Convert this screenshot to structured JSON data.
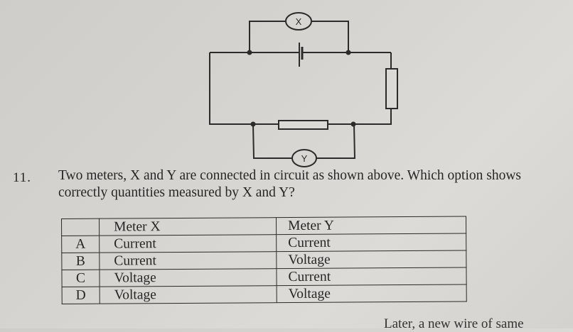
{
  "question": {
    "number": "11.",
    "text": "Two meters, X and Y are connected in circuit as shown above.  Which option shows correctly quantities measured by X and Y?"
  },
  "diagram": {
    "meter_top_label": "X",
    "meter_bottom_label": "Y",
    "components": [
      "cell",
      "resistor-right",
      "resistor-bottom",
      "meter-X",
      "meter-Y"
    ]
  },
  "table": {
    "headers": [
      "",
      "Meter X",
      "Meter Y"
    ],
    "rows": [
      {
        "option": "A",
        "meter_x": "Current",
        "meter_y": "Current"
      },
      {
        "option": "B",
        "meter_x": "Current",
        "meter_y": "Voltage"
      },
      {
        "option": "C",
        "meter_x": "Voltage",
        "meter_y": "Current"
      },
      {
        "option": "D",
        "meter_x": "Voltage",
        "meter_y": "Voltage"
      }
    ]
  },
  "next_text_fragment": "Later, a new wire of same"
}
